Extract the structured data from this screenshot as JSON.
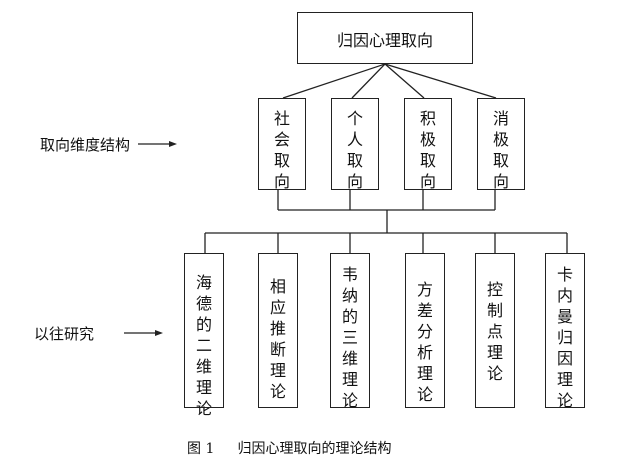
{
  "root": {
    "label": "归因心理取向"
  },
  "orientations": [
    {
      "label": "社会取向"
    },
    {
      "label": "个人取向"
    },
    {
      "label": "积极取向"
    },
    {
      "label": "消极取向"
    }
  ],
  "theories": [
    {
      "label": "海德的二维理论"
    },
    {
      "label": "相应推断理论"
    },
    {
      "label": "韦纳的三维理论"
    },
    {
      "label": "方差分析理论"
    },
    {
      "label": "控制点理论"
    },
    {
      "label": "卡内曼归因理论"
    }
  ],
  "side_labels": {
    "orientation_dimension": "取向维度结构",
    "previous_research": "以往研究"
  },
  "caption": {
    "figure_number": "图 1",
    "title": "归因心理取向的理论结构"
  },
  "colors": {
    "line": "#222222",
    "background": "#ffffff"
  }
}
